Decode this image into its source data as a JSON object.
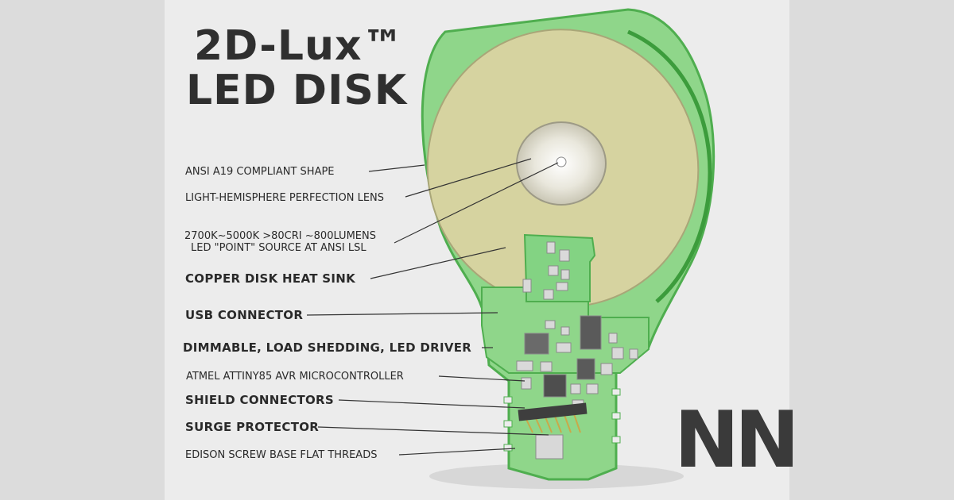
{
  "title": {
    "line1": "2D-Lux™",
    "line2": "LED DISK"
  },
  "labels": {
    "ansi_shape": "ANSI A19 COMPLIANT SHAPE",
    "lens": "LIGHT-HEMISPHERE PERFECTION LENS",
    "spec1": "2700K~5000K >80CRI ~800LUMENS",
    "spec2": "LED \"POINT\" SOURCE AT ANSI LSL",
    "heat_sink": "COPPER DISK HEAT SINK",
    "usb": "USB CONNECTOR",
    "driver": "DIMMABLE, LOAD SHEDDING, LED DRIVER",
    "mcu": "ATMEL ATTINY85 AVR MICROCONTROLLER",
    "shield": "SHIELD CONNECTORS",
    "surge": "SURGE PROTECTOR",
    "edison": "EDISON SCREW BASE FLAT THREADS"
  },
  "logo_text": "NN",
  "colors": {
    "disk": "#d6d3a0",
    "pcb": "#7ecf7e",
    "pcb_edge": "#4fae4f",
    "text": "#2a2a2a"
  }
}
